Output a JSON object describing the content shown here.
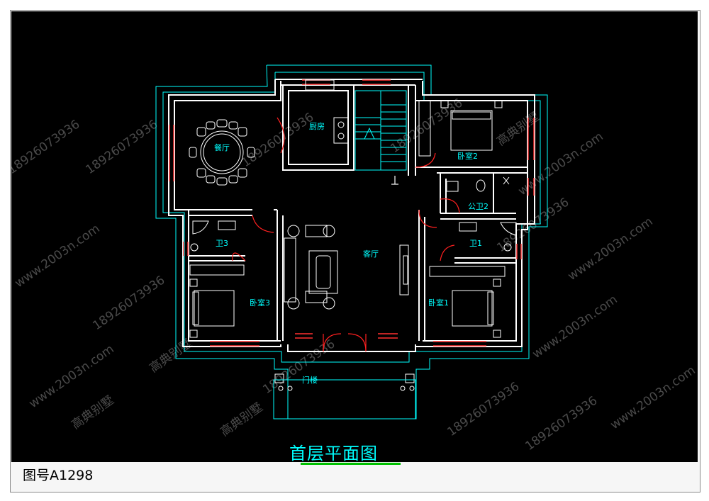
{
  "diagram": {
    "title": "首层平面图",
    "drawing_number": "图号A1298",
    "watermarks": {
      "phone": "18926073936",
      "site": "www.2003n.com",
      "brand": "高典别墅"
    },
    "rooms": {
      "dining": "餐厅",
      "kitchen": "厨房",
      "bedroom2": "卧室2",
      "public_bath2": "公卫2",
      "bath3": "卫3",
      "bath1": "卫1",
      "living": "客厅",
      "bedroom3": "卧室3",
      "bedroom1": "卧室1",
      "porch": "门楼"
    },
    "colors": {
      "background": "#000000",
      "wall": "#ffffff",
      "outline": "#00ffff",
      "window": "#ff3030",
      "door": "#ff2020",
      "fixture": "#ffffff",
      "title": "#00ffff",
      "title_underline": "#00c000"
    }
  }
}
